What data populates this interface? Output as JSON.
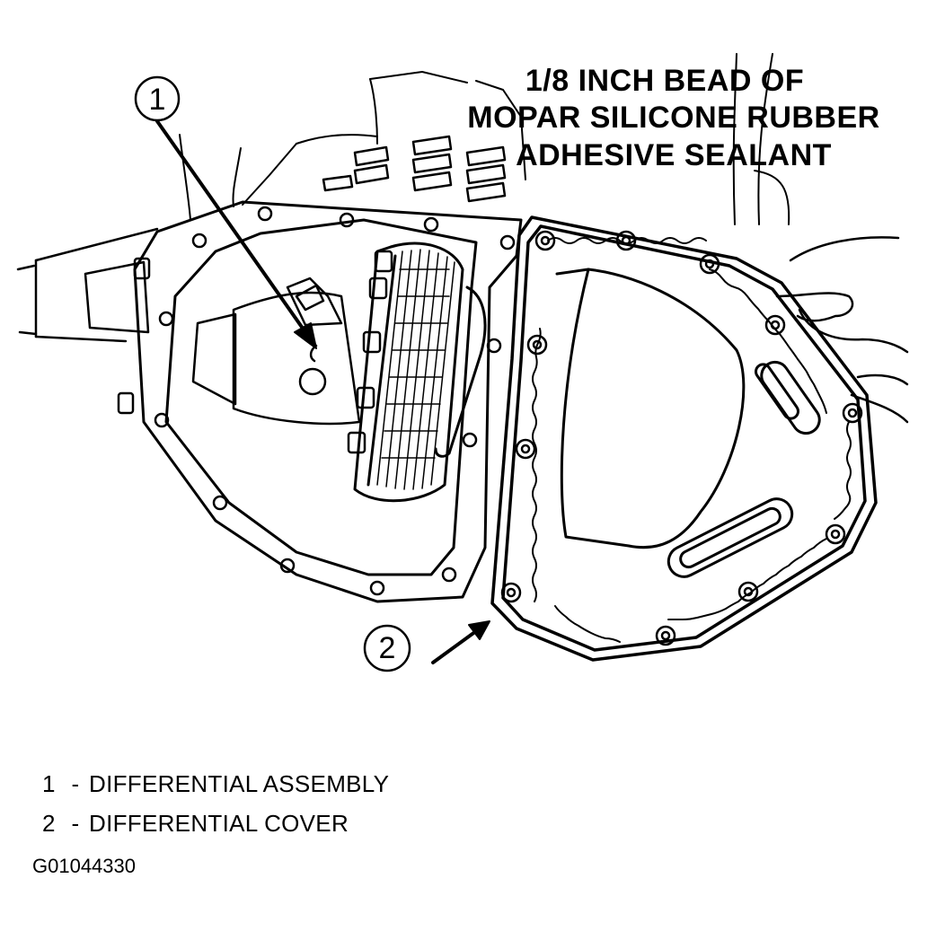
{
  "headline": {
    "line1": "1/8 INCH BEAD OF",
    "line2": "MOPAR SILICONE RUBBER",
    "line3": "ADHESIVE SEALANT"
  },
  "callouts": [
    {
      "number": "1"
    },
    {
      "number": "2"
    }
  ],
  "legend": [
    {
      "number": "1",
      "separator": "-",
      "text": "DIFFERENTIAL ASSEMBLY"
    },
    {
      "number": "2",
      "separator": "-",
      "text": "DIFFERENTIAL COVER"
    }
  ],
  "figure_id": "G01044330",
  "colors": {
    "ink": "#000000",
    "paper": "#ffffff"
  }
}
